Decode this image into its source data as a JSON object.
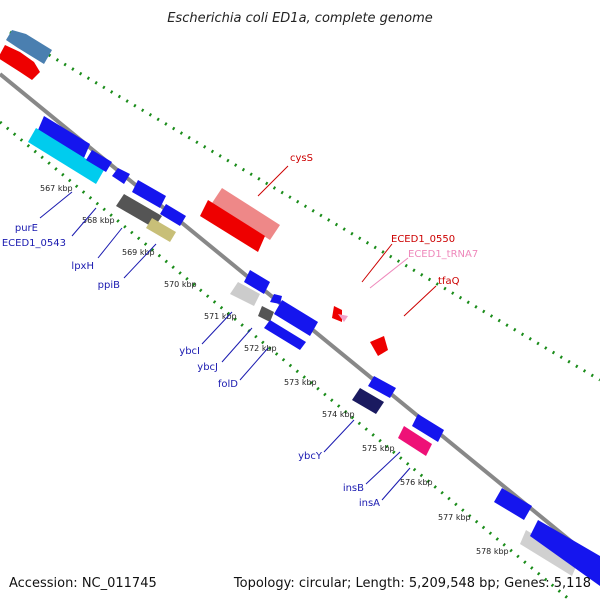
{
  "title": "Escherichia coli ED1a, complete genome",
  "accession": "Accession: NC_011745",
  "summary": "Topology: circular; Length: 5,209,548 bp; Genes: 5,118",
  "colors": {
    "backbone": "#888888",
    "dotted_track": "#1a8c1a",
    "forward_gene": "#ff0000",
    "forward_label": "#cc0000",
    "reverse_gene": "#0000ee",
    "reverse_label": "#1a1ab0",
    "trna": "#ee88bb"
  },
  "ticks": [
    "567 kbp",
    "568 kbp",
    "569 kbp",
    "570 kbp",
    "571 kbp",
    "572 kbp",
    "573 kbp",
    "574 kbp",
    "575 kbp",
    "576 kbp",
    "577 kbp",
    "578 kbp"
  ],
  "labels_forward": [
    {
      "text": "cysS",
      "color": "#cc0000"
    },
    {
      "text": "ECED1_0550",
      "color": "#cc0000"
    },
    {
      "text": "ECED1_tRNA7",
      "color": "#ee88bb"
    },
    {
      "text": "tfaQ",
      "color": "#cc0000"
    }
  ],
  "labels_reverse": [
    {
      "text": "purE"
    },
    {
      "text": "ECED1_0543"
    },
    {
      "text": "lpxH"
    },
    {
      "text": "ppiB"
    },
    {
      "text": "ybcI"
    },
    {
      "text": "ybcJ"
    },
    {
      "text": "folD"
    },
    {
      "text": "ybcY"
    },
    {
      "text": "insB"
    },
    {
      "text": "insA"
    }
  ]
}
